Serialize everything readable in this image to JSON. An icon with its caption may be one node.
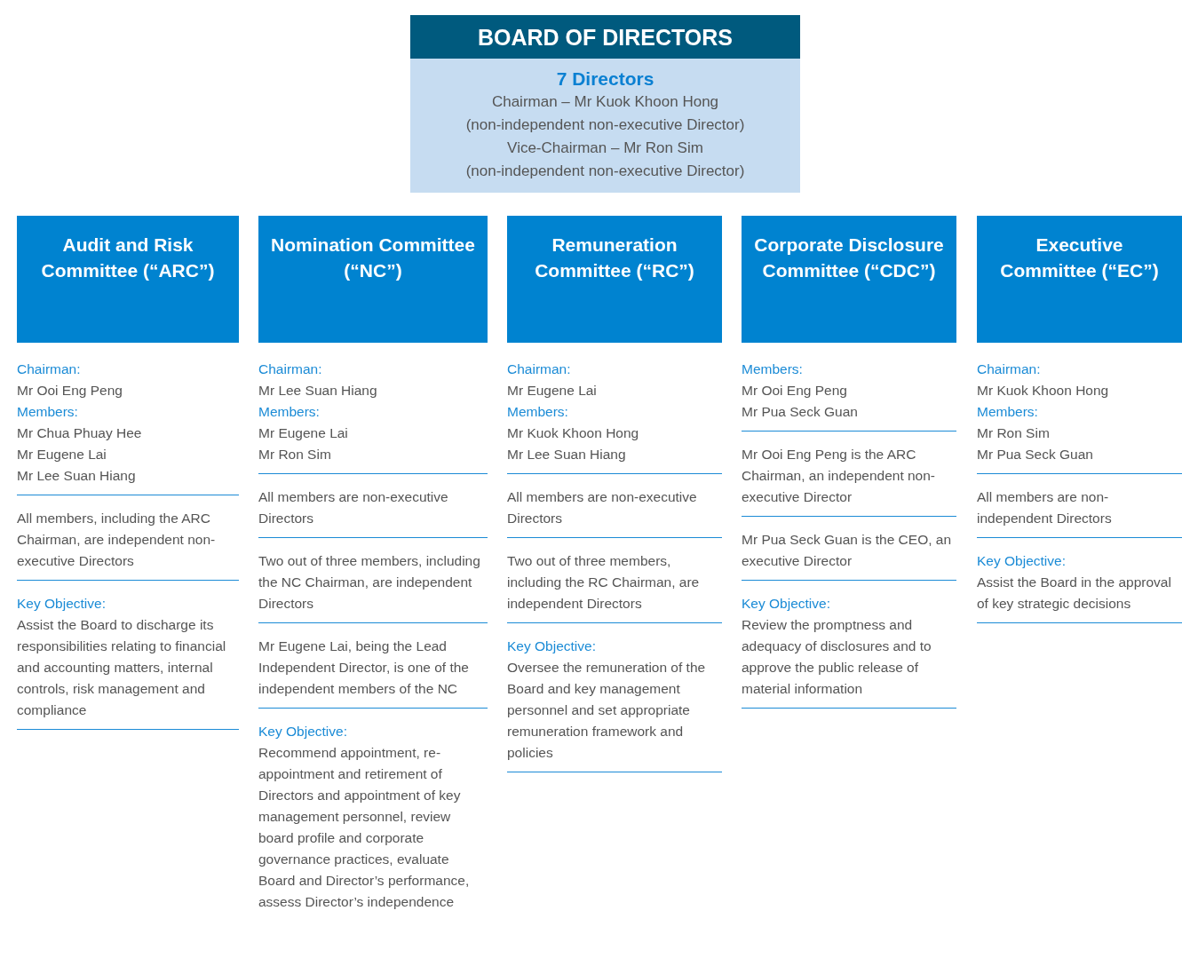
{
  "diagram": {
    "nodes": [
      {
        "text": [
          "BOARD OF DIRECTORS",
          "7 Directors",
          "Chairman – Mr Kuok Khoon Hong",
          "(non-independent non-executive Director)",
          "Vice-Chairman – Mr Ron Sim",
          "(non-independent non-executive Director)"
        ]
      },
      {
        "text": [
          "Audit and Risk Committee (“ARC”)"
        ],
        "beside": [
          "Chairman:",
          "Mr Ooi Eng Peng",
          "Members:",
          "Mr Chua Phuay Hee",
          "Mr Eugene Lai",
          "Mr Lee Suan Hiang",
          "All members, including the ARC Chairman, are independent non-executive Directors",
          "Key Objective:",
          "Assist the Board to discharge its responsibilities relating to financial and accounting matters, internal controls, risk management and compliance"
        ]
      },
      {
        "text": [
          "Nomination Committee (“NC”)"
        ],
        "beside": [
          "Chairman:",
          "Mr Lee Suan Hiang",
          "Members:",
          "Mr Eugene Lai",
          "Mr Ron Sim",
          "All members are non-executive Directors",
          "Two out of three members, including the NC Chairman, are independent Directors",
          "Mr Eugene Lai, being the Lead Independent Director, is one of the independent members of the NC",
          "Key Objective:",
          "Recommend appointment, re-appointment and retirement of Directors and appointment of key management personnel, review board profile and corporate governance practices, evaluate Board and Director’s performance, assess Director’s independence"
        ]
      },
      {
        "text": [
          "Remuneration Committee (“RC”)"
        ],
        "beside": [
          "Chairman:",
          "Mr Eugene Lai",
          "Members:",
          "Mr Kuok Khoon Hong",
          "Mr Lee Suan Hiang",
          "All members are non-executive Directors",
          "Two out of three members, including the RC Chairman, are independent Directors",
          "Key Objective:",
          "Oversee the remuneration of the Board and key management personnel and set appropriate remuneration framework and policies"
        ]
      },
      {
        "text": [
          "Corporate Disclosure Committee (“CDC”)"
        ],
        "beside": [
          "Members:",
          "Mr Ooi Eng Peng",
          "Mr Pua Seck Guan",
          "Mr Ooi Eng Peng is the ARC Chairman, an independent non-executive Director",
          "Mr Pua Seck Guan is the CEO, an executive Director",
          "Key Objective:",
          "Review the promptness and adequacy of disclosures and to approve the public release of material information"
        ]
      },
      {
        "text": [
          "Executive Committee (“EC”)"
        ],
        "beside": [
          "Chairman:",
          "Mr Kuok Khoon Hong",
          "Members:",
          "Mr Ron Sim",
          "Mr Pua Seck Guan",
          "All members are non-independent Directors",
          "Key Objective:",
          "Assist the Board in the approval of key strategic decisions"
        ]
      }
    ]
  }
}
